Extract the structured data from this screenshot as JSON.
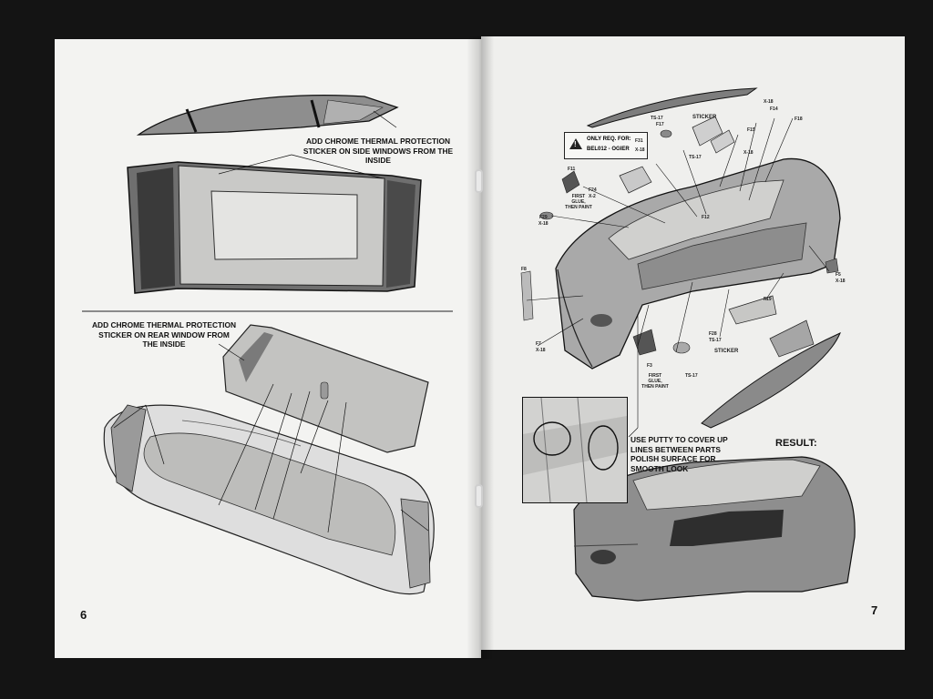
{
  "left_page": {
    "page_number": "6",
    "note_side_windows": "ADD CHROME THERMAL PROTECTION STICKER ON SIDE WINDOWS FROM THE INSIDE",
    "note_rear_window": "ADD CHROME THERMAL PROTECTION STICKER ON REAR WINDOW FROM THE INSIDE"
  },
  "right_page": {
    "page_number": "7",
    "warning_box": {
      "line1": "ONLY REQ. FOR:",
      "line2": "BEL012 - OGIER"
    },
    "note_first_glue_1": "FIRST GLUE, THEN PAINT",
    "note_first_glue_2": "FIRST GLUE, THEN PAINT",
    "sticker_label_1": "STICKER",
    "sticker_label_2": "STICKER",
    "note_putty": "USE PUTTY TO COVER UP LINES BETWEEN PARTS POLISH SURFACE FOR SMOOTH LOOK",
    "result_label": "RESULT:",
    "part_callouts": [
      "X-18",
      "F14",
      "TS-17",
      "F17",
      "F18",
      "F15",
      "X-18",
      "TS-17",
      "F31",
      "X-18",
      "F24",
      "X-2",
      "F29",
      "X-18",
      "F8",
      "F7",
      "X-18",
      "F12",
      "X-18",
      "F5",
      "F28",
      "TS-17",
      "F3",
      "TS-17",
      "F19",
      "F11"
    ]
  },
  "colors": {
    "paper": "#f3f3f1",
    "background": "#141414",
    "ink": "#111111",
    "part_grey": "#8c8c8c"
  }
}
